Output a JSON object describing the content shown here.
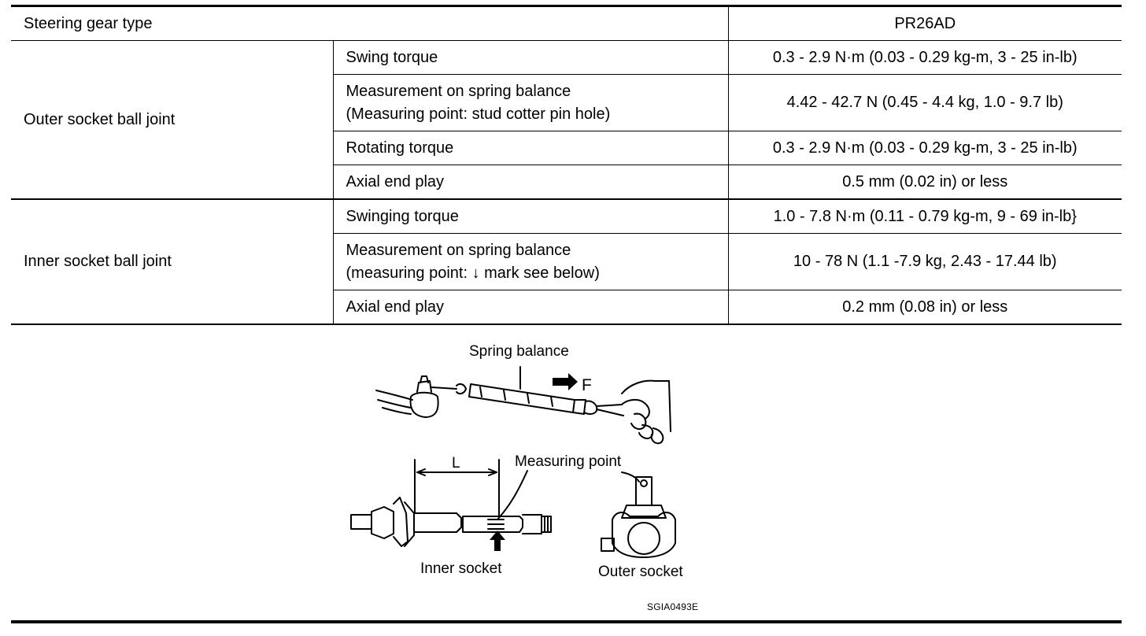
{
  "table": {
    "header": {
      "label": "Steering gear type",
      "value": "PR26AD"
    },
    "groups": [
      {
        "name": "Outer socket ball joint",
        "rows": [
          {
            "item": "Swing torque",
            "value": "0.3 - 2.9 N·m (0.03 - 0.29 kg-m, 3 - 25 in-lb)"
          },
          {
            "item_line1": "Measurement on spring balance",
            "item_line2": "(Measuring point: stud cotter pin hole)",
            "value": "4.42 - 42.7 N (0.45 - 4.4 kg, 1.0 - 9.7 lb)"
          },
          {
            "item": "Rotating torque",
            "value": "0.3 - 2.9 N·m (0.03 - 0.29 kg-m, 3 - 25 in-lb)"
          },
          {
            "item": "Axial end play",
            "value": "0.5 mm (0.02 in) or less"
          }
        ]
      },
      {
        "name": "Inner socket ball joint",
        "rows": [
          {
            "item": "Swinging torque",
            "value": "1.0 - 7.8 N·m (0.11 - 0.79 kg-m, 9 - 69 in-lb}"
          },
          {
            "item_line1": "Measurement on spring balance",
            "item_line2": "(measuring point: ↓ mark see below)",
            "value": "10 - 78 N (1.1 -7.9 kg, 2.43 - 17.44 lb)"
          },
          {
            "item": "Axial end play",
            "value": "0.2 mm (0.08 in) or less"
          }
        ]
      }
    ]
  },
  "figure": {
    "spring_balance_label": "Spring balance",
    "force_label": "F",
    "length_label": "L",
    "measuring_point_label": "Measuring point",
    "inner_socket_label": "Inner socket",
    "outer_socket_label": "Outer socket",
    "figure_id": "SGIA0493E"
  }
}
